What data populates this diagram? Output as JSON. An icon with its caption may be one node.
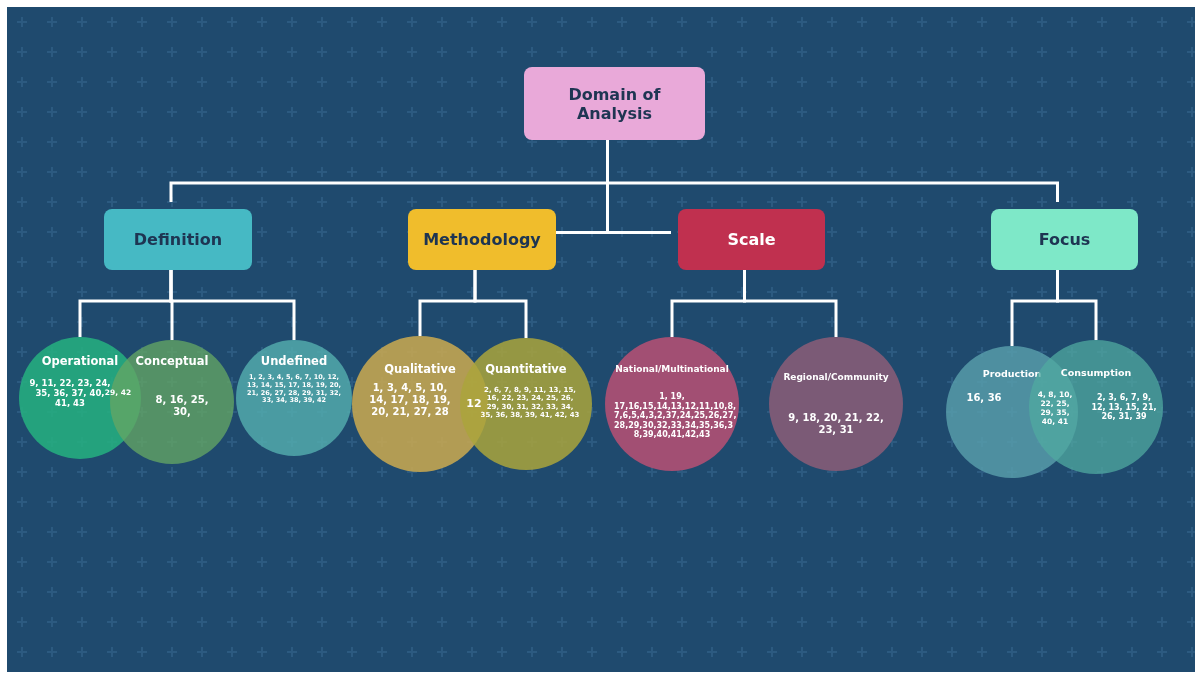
{
  "diagram": {
    "nodes": [
      {
        "text": [
          "Domain of Analysis"
        ]
      },
      {
        "text": [
          "Definition"
        ]
      },
      {
        "text": [
          "Methodology"
        ]
      },
      {
        "text": [
          "Scale"
        ]
      },
      {
        "text": [
          "Focus"
        ]
      },
      {
        "text": [
          "Operational",
          "9, 11, 22, 23, 24, 35, 36, 37, 40, 41, 43"
        ]
      },
      {
        "text": [
          "Conceptual",
          "8, 16, 25, 30,"
        ]
      },
      {
        "text": [
          "Undefined",
          "1, 2, 3, 4, 5, 6, 7, 10, 12, 13, 14, 15, 17, 18, 19, 20, 21, 26, 27, 28, 29, 31, 32, 33, 34, 38, 39, 42"
        ]
      },
      {
        "text": [
          "Qualitative",
          "1, 3, 4, 5, 10, 14, 17, 18, 19, 20, 21, 27, 28"
        ]
      },
      {
        "text": [
          "Quantitative",
          "2, 6, 7, 8, 9, 11, 13, 15, 16, 22, 23, 24, 25, 26, 29, 30, 31, 32, 33, 34, 35, 36, 38, 39, 41, 42, 43"
        ]
      },
      {
        "text": [
          "National/Multinational",
          "1, 19, 17,16,15,14,13,12,11,10,8, 7,6,5,4,3,2,37,24,25,26,27, 28,29,30,32,33,34,35,36,3 8,39,40,41,42,43"
        ]
      },
      {
        "text": [
          "Regional/Community",
          "9, 18, 20, 21, 22, 23, 31"
        ]
      },
      {
        "text": [
          "Production",
          "16,  36"
        ]
      },
      {
        "text": [
          "Consumption",
          "2, 3,  6, 7, 9, 12, 13, 15, 21, 26, 31, 39"
        ]
      }
    ],
    "edges": [
      {
        "from": 0,
        "to": 1,
        "arrow": "none"
      },
      {
        "from": 0,
        "to": 2,
        "arrow": "none"
      },
      {
        "from": 0,
        "to": 3,
        "arrow": "none"
      },
      {
        "from": 0,
        "to": 4,
        "arrow": "none"
      },
      {
        "from": 1,
        "to": 5,
        "arrow": "none"
      },
      {
        "from": 1,
        "to": 6,
        "arrow": "none"
      },
      {
        "from": 1,
        "to": 7,
        "arrow": "none"
      },
      {
        "from": 2,
        "to": 8,
        "arrow": "none"
      },
      {
        "from": 2,
        "to": 9,
        "arrow": "none"
      },
      {
        "from": 3,
        "to": 10,
        "arrow": "none"
      },
      {
        "from": 3,
        "to": 11,
        "arrow": "none"
      },
      {
        "from": 4,
        "to": 12,
        "arrow": "none"
      },
      {
        "from": 4,
        "to": 13,
        "arrow": "none"
      }
    ],
    "labels": [
      "29, 42",
      "12",
      "4, 8, 10, 22, 25, 29, 35, 40, 41"
    ]
  }
}
